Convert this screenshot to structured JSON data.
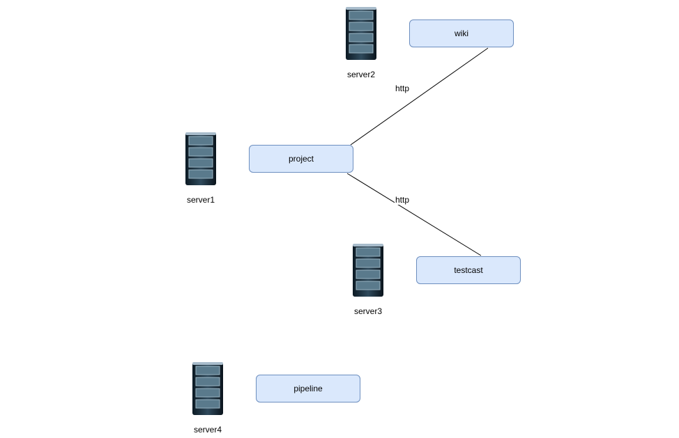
{
  "servers": [
    {
      "label": "server1"
    },
    {
      "label": "server2"
    },
    {
      "label": "server3"
    },
    {
      "label": "server4"
    }
  ],
  "nodes": [
    {
      "label": "wiki"
    },
    {
      "label": "project"
    },
    {
      "label": "testcast"
    },
    {
      "label": "pipeline"
    }
  ],
  "edges": [
    {
      "from": "project",
      "to": "wiki",
      "label": "http"
    },
    {
      "from": "project",
      "to": "testcast",
      "label": "http"
    }
  ],
  "colors": {
    "node_fill": "#dae8fc",
    "node_stroke": "#6c8ebf",
    "edge": "#000000"
  }
}
